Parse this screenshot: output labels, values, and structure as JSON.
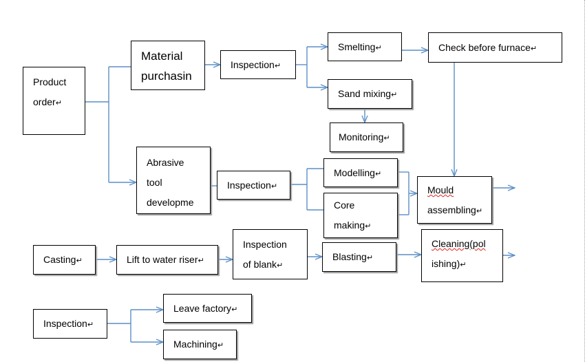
{
  "nodes": {
    "product_order": {
      "line1": "Product",
      "line2": "order"
    },
    "material_purchasing": {
      "line1": "Material",
      "line2": "purchasin"
    },
    "inspection_1": "Inspection",
    "smelting": "Smelting",
    "check_before_furnace": "Check before furnace",
    "sand_mixing": "Sand mixing",
    "monitoring": "Monitoring",
    "abrasive_tool": {
      "line1": "Abrasive",
      "line2": "tool",
      "line3": "developme"
    },
    "inspection_2": "Inspection",
    "modelling": "Modelling",
    "core_making": {
      "line1": "Core",
      "line2": "making"
    },
    "mould_assembling": {
      "line1": "Mould",
      "line2": "assembling"
    },
    "casting": "Casting",
    "lift_to_water_riser": "Lift to water riser",
    "inspection_of_blank": {
      "line1": "Inspection",
      "line2": "of blank"
    },
    "blasting": "Blasting",
    "cleaning": {
      "line1": "Cleaning(pol",
      "line2": "ishing)"
    },
    "inspection_3": "Inspection",
    "leave_factory": "Leave factory",
    "machining": "Machining"
  },
  "return_mark": "↵",
  "colors": {
    "connector": "#5b8ec6",
    "border": "#000000",
    "shadow": "#9a9a9a",
    "spellcheck": "#e02020"
  }
}
